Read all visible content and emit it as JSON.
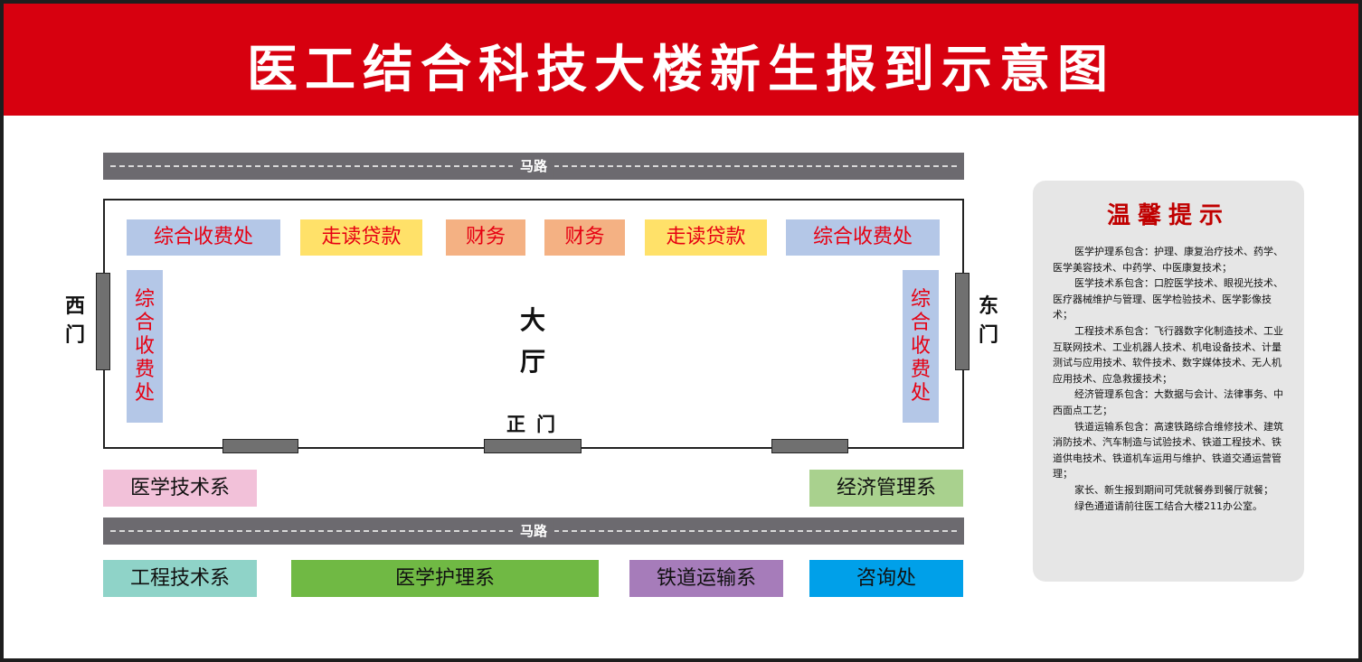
{
  "title": "医工结合科技大楼新生报到示意图",
  "road_label": "马路",
  "hall": {
    "label_chars": [
      "大",
      "厅"
    ],
    "top_booths": [
      {
        "id": "fee-left",
        "label": "综合收费处",
        "color": "#b4c7e7",
        "text_color": "#e60012"
      },
      {
        "id": "loan-left",
        "label": "走读贷款",
        "color": "#ffe169",
        "text_color": "#e60012"
      },
      {
        "id": "finance-left",
        "label": "财务",
        "color": "#f4b183",
        "text_color": "#e60012"
      },
      {
        "id": "finance-right",
        "label": "财务",
        "color": "#f4b183",
        "text_color": "#e60012"
      },
      {
        "id": "loan-right",
        "label": "走读贷款",
        "color": "#ffe169",
        "text_color": "#e60012"
      },
      {
        "id": "fee-right",
        "label": "综合收费处",
        "color": "#b4c7e7",
        "text_color": "#e60012"
      }
    ],
    "side_booth_chars": [
      "综",
      "合",
      "收",
      "费",
      "处"
    ]
  },
  "west_gate_chars": [
    "西",
    "门"
  ],
  "east_gate_chars": [
    "东",
    "门"
  ],
  "main_gate_label": "正门",
  "departments": {
    "medical_tech": {
      "label": "医学技术系",
      "color": "#f2c1d9"
    },
    "economic_mgmt": {
      "label": "经济管理系",
      "color": "#a9d18e"
    },
    "engineering_tech": {
      "label": "工程技术系",
      "color": "#8fd3c8"
    },
    "medical_nursing": {
      "label": "医学护理系",
      "color": "#70b944"
    },
    "railway_transport": {
      "label": "铁道运输系",
      "color": "#a67cba"
    },
    "consulting": {
      "label": "咨询处",
      "color": "#00a0e9"
    }
  },
  "tips": {
    "title": "温馨提示",
    "paragraphs": [
      "医学护理系包含：护理、康复治疗技术、药学、医学美容技术、中药学、中医康复技术；",
      "医学技术系包含：口腔医学技术、眼视光技术、医疗器械维护与管理、医学检验技术、医学影像技术；",
      "工程技术系包含：飞行器数字化制造技术、工业互联网技术、工业机器人技术、机电设备技术、计量测试与应用技术、软件技术、数字媒体技术、无人机应用技术、应急救援技术；",
      "经济管理系包含：大数据与会计、法律事务、中西面点工艺；",
      "铁道运输系包含：高速铁路综合维修技术、建筑消防技术、汽车制造与试验技术、铁道工程技术、铁道供电技术、铁道机车运用与维护、铁道交通运营管理；",
      "家长、新生报到期间可凭就餐券到餐厅就餐；",
      "绿色通道请前往医工结合大楼211办公室。"
    ]
  },
  "colors": {
    "header_red": "#d7000f",
    "road_gray": "#6c6a6f",
    "door_gray": "#707070",
    "tips_bg": "#e6e6e6",
    "tips_title_red": "#c00000"
  }
}
